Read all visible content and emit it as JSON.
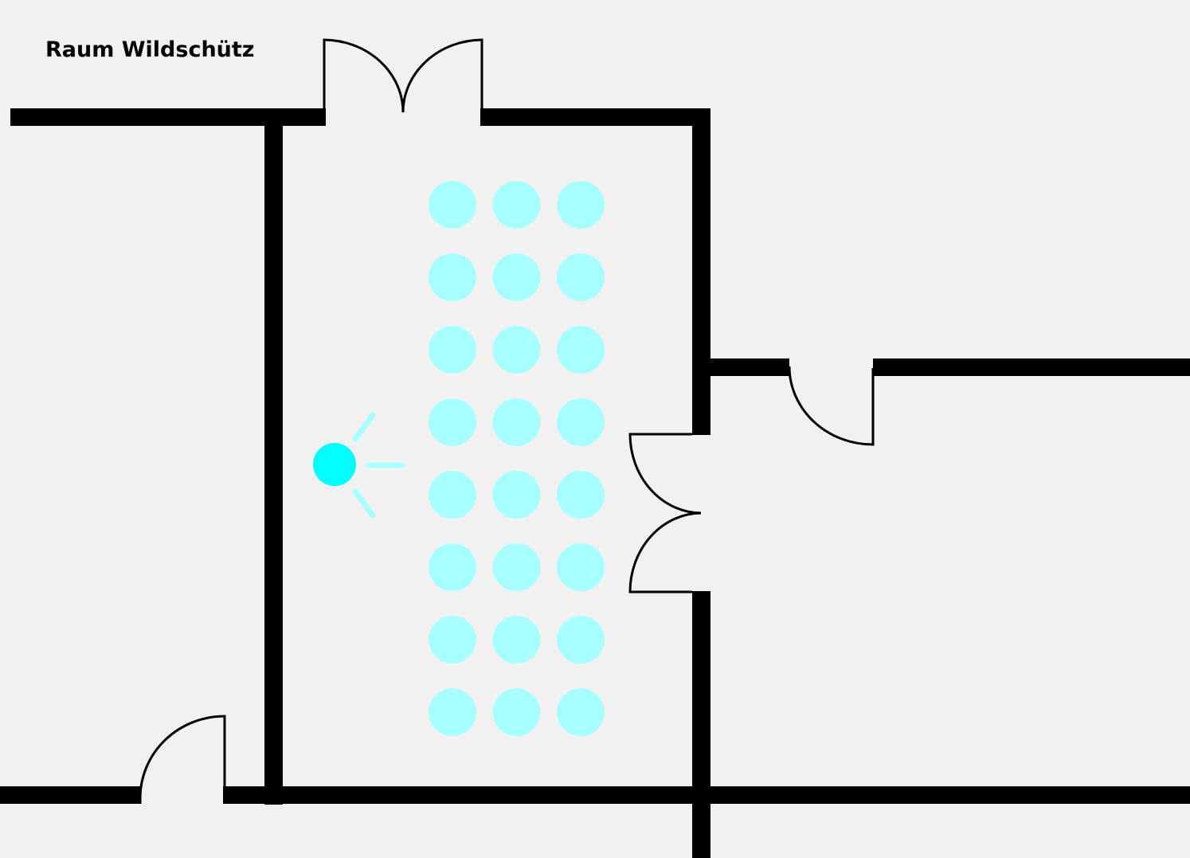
{
  "title": "Raum Wildschütz",
  "colors": {
    "background": "#f1f1f1",
    "wall": "#000000",
    "door": "#000000",
    "seat": "#a8ffff",
    "speaker": "#00ffff",
    "speaker_rays": "#a8ffff"
  },
  "seating": {
    "rows": 8,
    "columns": 3
  },
  "icons": {
    "speaker": "presenter-icon",
    "seat": "seat-icon",
    "door": "door-icon"
  }
}
